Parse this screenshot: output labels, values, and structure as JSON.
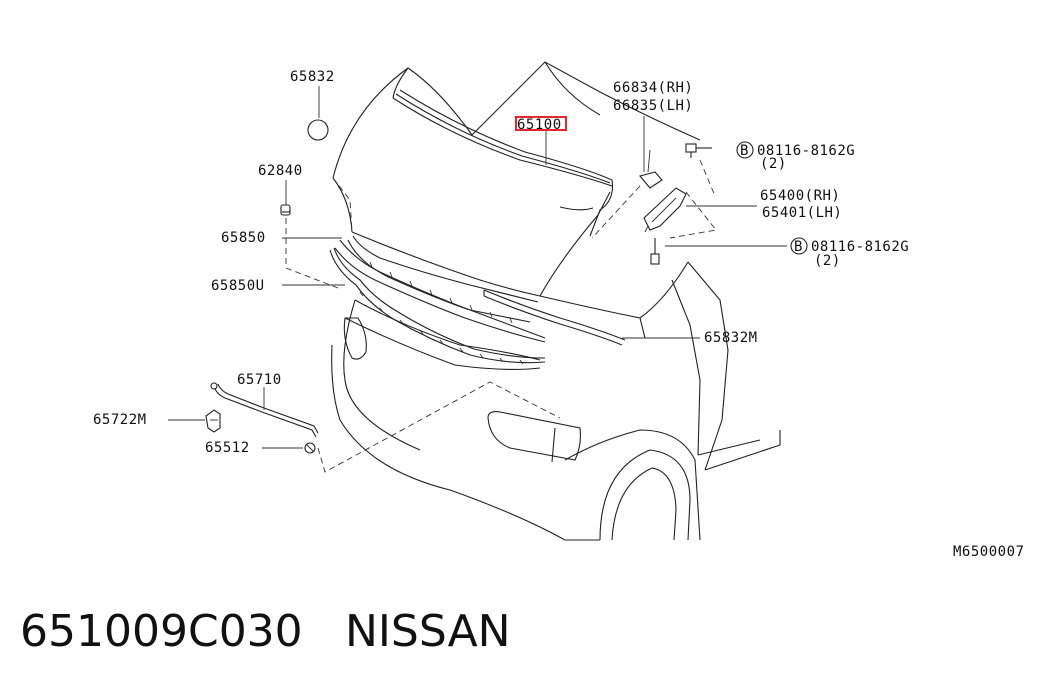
{
  "diagram": {
    "drawing_code": "M6500007",
    "highlight_color": "#e8262d",
    "labels": {
      "p65832": "65832",
      "p62840": "62840",
      "p65850": "65850",
      "p65850u": "65850U",
      "p65100": "65100",
      "p66834": "66834(RH)",
      "p66835": "66835(LH)",
      "bolt1_code": "08116-8162G",
      "bolt1_qty": "(2)",
      "p65400": "65400(RH)",
      "p65401": "65401(LH)",
      "bolt2_code": "08116-8162G",
      "bolt2_qty": "(2)",
      "p65832m": "65832M",
      "p65710": "65710",
      "p65722m": "65722M",
      "p65512": "65512",
      "bolt_symbol": "B"
    }
  },
  "caption": {
    "part_number": "651009C030",
    "brand": "NISSAN"
  }
}
